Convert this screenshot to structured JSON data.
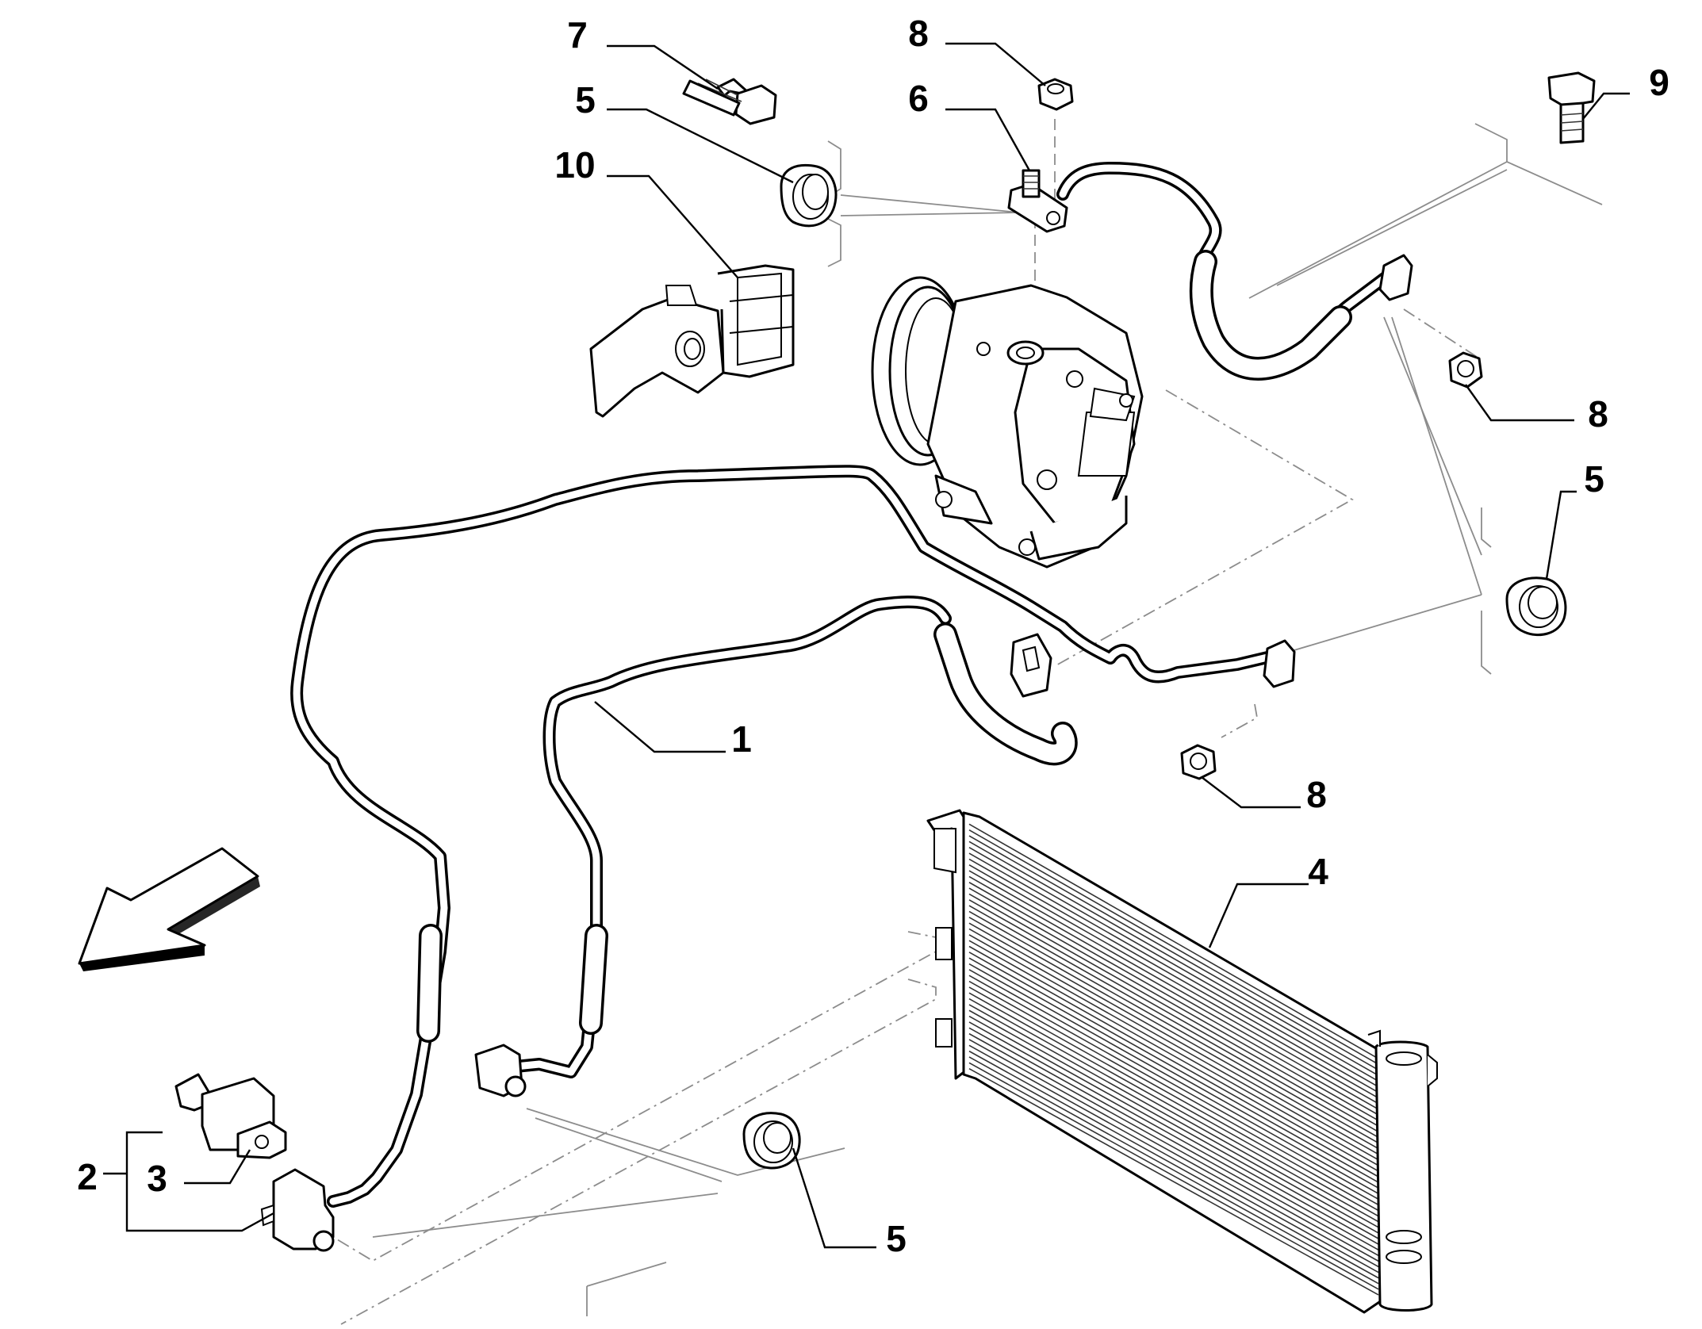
{
  "parts": [
    {
      "key": "p7",
      "label": "7"
    },
    {
      "key": "p5a",
      "label": "5"
    },
    {
      "key": "p10",
      "label": "10"
    },
    {
      "key": "p8a",
      "label": "8"
    },
    {
      "key": "p6",
      "label": "6"
    },
    {
      "key": "p9",
      "label": "9"
    },
    {
      "key": "p8b",
      "label": "8"
    },
    {
      "key": "p5b",
      "label": "5"
    },
    {
      "key": "p1",
      "label": "1"
    },
    {
      "key": "p8c",
      "label": "8"
    },
    {
      "key": "p4",
      "label": "4"
    },
    {
      "key": "p2",
      "label": "2"
    },
    {
      "key": "p3",
      "label": "3"
    },
    {
      "key": "p5c",
      "label": "5"
    }
  ],
  "icons": {
    "direction_arrow": "front-direction-arrow-icon"
  },
  "colors": {
    "line": "#000000",
    "reference": "#8c8c8c",
    "background": "#ffffff"
  }
}
